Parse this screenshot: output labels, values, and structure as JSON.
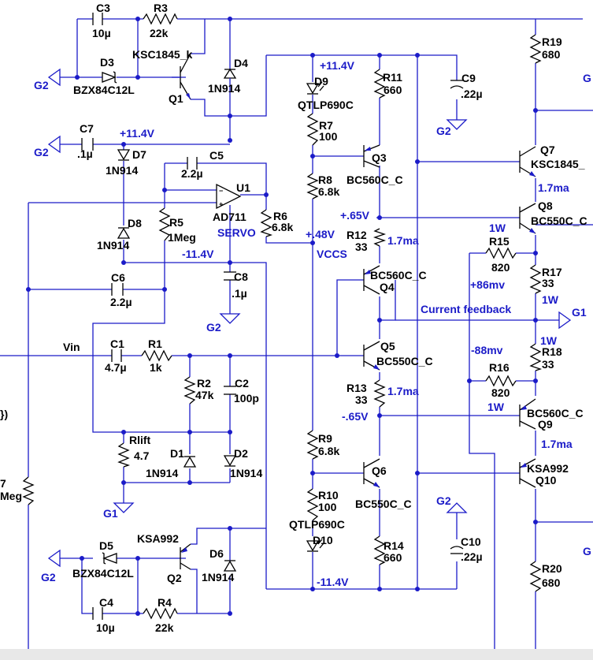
{
  "components": {
    "C3": {
      "ref": "C3",
      "value": "10µ"
    },
    "R3": {
      "ref": "R3",
      "value": "22k"
    },
    "D3": {
      "ref": "D3",
      "value": "BZX84C12L"
    },
    "Q1": {
      "ref": "Q1",
      "value": "KSC1845_k"
    },
    "D4": {
      "ref": "D4",
      "value": "1N914"
    },
    "C7": {
      "ref": "C7",
      "value": ".1µ"
    },
    "D7": {
      "ref": "D7",
      "value": "1N914"
    },
    "C5": {
      "ref": "C5",
      "value": "2.2µ"
    },
    "U1": {
      "ref": "U1",
      "value": "AD711"
    },
    "R5": {
      "ref": "R5",
      "value": "1Meg"
    },
    "R6": {
      "ref": "R6",
      "value": "6.8k"
    },
    "D8": {
      "ref": "D8",
      "value": "1N914"
    },
    "C6": {
      "ref": "C6",
      "value": "2.2µ"
    },
    "C8": {
      "ref": "C8",
      "value": ".1µ"
    },
    "C1": {
      "ref": "C1",
      "value": "4.7µ"
    },
    "R1": {
      "ref": "R1",
      "value": "1k"
    },
    "R2": {
      "ref": "R2",
      "value": "47k"
    },
    "C2": {
      "ref": "C2",
      "value": "100p"
    },
    "Rlift": {
      "ref": "Rlift",
      "value": "4.7"
    },
    "D1": {
      "ref": "D1",
      "value": "1N914"
    },
    "D2": {
      "ref": "D2",
      "value": "1N914"
    },
    "R7L": {
      "ref": "7",
      "value": "Meg"
    },
    "D5": {
      "ref": "D5",
      "value": "BZX84C12L"
    },
    "Q2": {
      "ref": "Q2",
      "value": "KSA992"
    },
    "D6": {
      "ref": "D6",
      "value": "1N914"
    },
    "C4": {
      "ref": "C4",
      "value": "10µ"
    },
    "R4": {
      "ref": "R4",
      "value": "22k"
    },
    "D9": {
      "ref": "D9",
      "value": "QTLP690C"
    },
    "R11": {
      "ref": "R11",
      "value": "660"
    },
    "C9": {
      "ref": "C9",
      "value": ".22µ"
    },
    "R7": {
      "ref": "R7",
      "value": "100"
    },
    "Q3": {
      "ref": "Q3",
      "value": "BC560C_C"
    },
    "R8": {
      "ref": "R8",
      "value": "6.8k"
    },
    "R12": {
      "ref": "R12",
      "value": "33"
    },
    "Q4": {
      "ref": "Q4",
      "value": "BC560C_C"
    },
    "Q5": {
      "ref": "Q5",
      "value": "BC550C_C"
    },
    "R13": {
      "ref": "R13",
      "value": "33"
    },
    "R9": {
      "ref": "R9",
      "value": "6.8k"
    },
    "Q6": {
      "ref": "Q6",
      "value": "BC550C_C"
    },
    "R10": {
      "ref": "R10",
      "value": "100"
    },
    "D10": {
      "ref": "D10",
      "value": "QTLP690C"
    },
    "R14": {
      "ref": "R14",
      "value": "660"
    },
    "C10": {
      "ref": "C10",
      "value": ".22µ"
    },
    "R19": {
      "ref": "R19",
      "value": "680"
    },
    "Q7": {
      "ref": "Q7",
      "value": "KSC1845_"
    },
    "Q8": {
      "ref": "Q8",
      "value": "BC550C_C"
    },
    "R15": {
      "ref": "R15",
      "value": "820"
    },
    "R17": {
      "ref": "R17",
      "value": "33"
    },
    "R18": {
      "ref": "R18",
      "value": "33"
    },
    "R16": {
      "ref": "R16",
      "value": "820"
    },
    "Q9": {
      "ref": "Q9",
      "value": "BC560C_C"
    },
    "Q10": {
      "ref": "Q10",
      "value": "KSA992"
    },
    "R20": {
      "ref": "R20",
      "value": "680"
    }
  },
  "nets": {
    "g2": "G2",
    "g1": "G1",
    "vin": "Vin",
    "pos_rail": "+11.4V",
    "neg_rail": "-11.4V",
    "servo": "SERVO",
    "vccs": "VCCS",
    "v048": "+.48V",
    "v065p": "+.65V",
    "v065n": "-.65V",
    "ma17": "1.7ma",
    "w1": "1W",
    "mv86": "+86mv",
    "mv88": "-88mv",
    "current_feedback": "Current feedback",
    "edge_g": "G",
    "edge_paren": "})"
  },
  "colors": {
    "wire": "#1b1bc8",
    "component": "#000000",
    "background": "#ffffff"
  }
}
